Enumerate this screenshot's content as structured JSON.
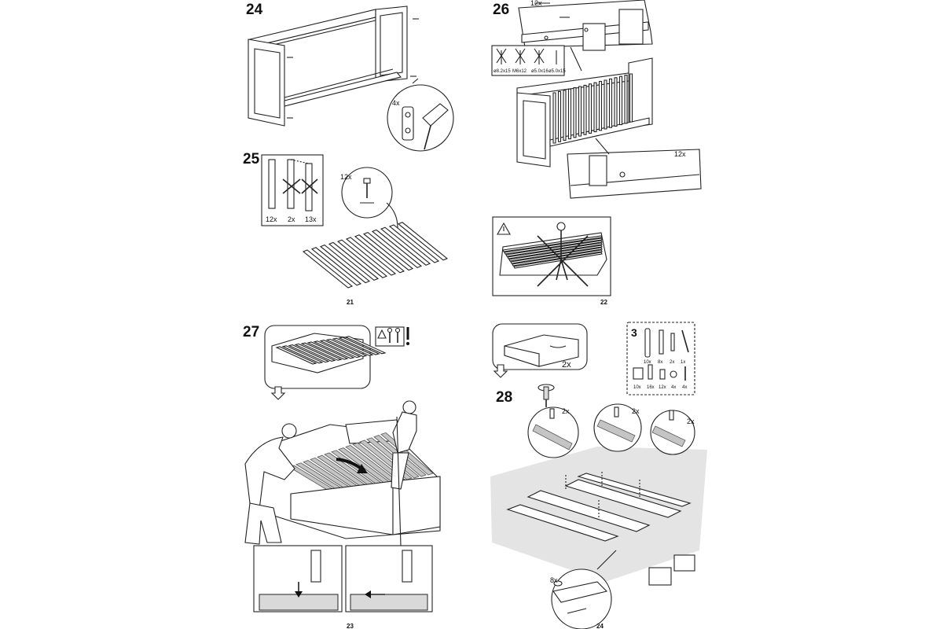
{
  "pages": [
    {
      "page_number": "21",
      "steps": [
        {
          "number": "24",
          "callout_quantity": "4x"
        },
        {
          "number": "25",
          "slat_quantities": [
            "12x",
            "2x",
            "13x"
          ],
          "callout_quantity": "12x"
        }
      ]
    },
    {
      "page_number": "22",
      "steps": [
        {
          "number": "26",
          "top_callout_quantity": "12x",
          "bottom_callout_quantity": "12x",
          "screw_labels": [
            "ø8.2x15",
            "M6x12",
            "ø5.0x16",
            "ø5.0x15"
          ]
        }
      ]
    },
    {
      "page_number": "23",
      "steps": [
        {
          "number": "27"
        }
      ]
    },
    {
      "page_number": "24",
      "steps": [
        {
          "number": "28",
          "drawer_quantity": "2x",
          "hardware_bag": "3",
          "hardware_quantities_top": [
            "10x",
            "8x",
            "2x",
            "1x"
          ],
          "hardware_quantities_bottom": [
            "10x",
            "16x",
            "12x",
            "4x",
            "4x"
          ],
          "callout_quantities": [
            "2x",
            "2x",
            "2x"
          ],
          "dowel_quantity": "8x"
        }
      ]
    }
  ],
  "icons": [
    "warning-triangle-icon",
    "two-persons-icon",
    "exclamation-icon",
    "arrow-down-icon",
    "screwdriver-icon",
    "hammer-icon"
  ]
}
